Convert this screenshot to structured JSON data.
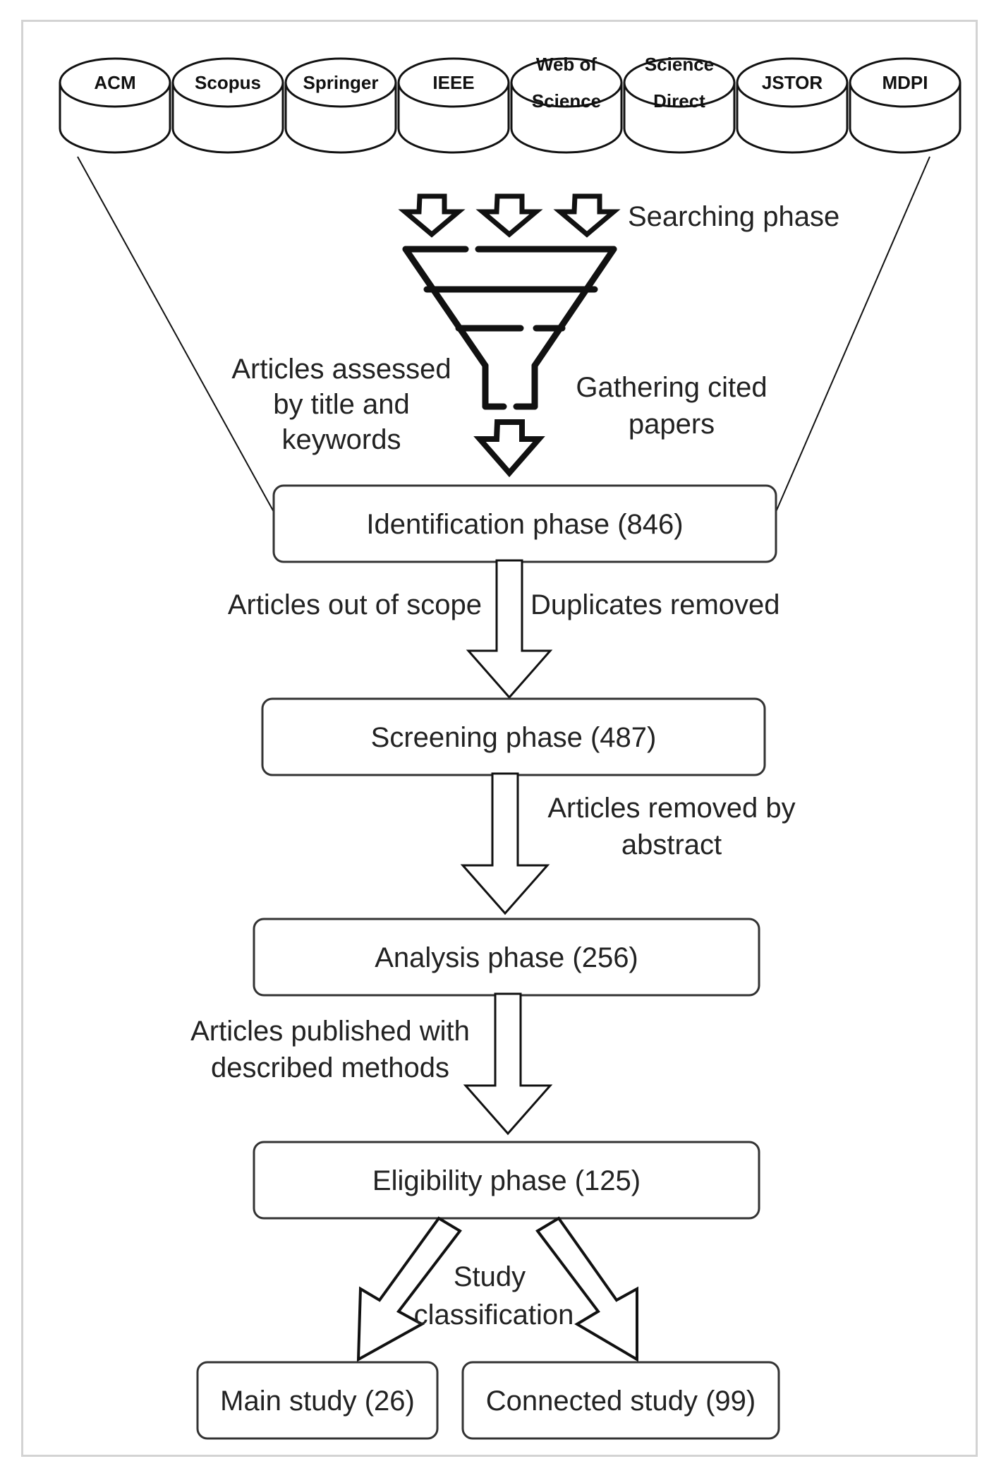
{
  "databases": [
    {
      "id": "acm",
      "lines": [
        "ACM"
      ]
    },
    {
      "id": "scopus",
      "lines": [
        "Scopus"
      ]
    },
    {
      "id": "springer",
      "lines": [
        "Springer"
      ]
    },
    {
      "id": "ieee",
      "lines": [
        "IEEE"
      ]
    },
    {
      "id": "web-of-science",
      "lines": [
        "Web of",
        "Science"
      ]
    },
    {
      "id": "science-direct",
      "lines": [
        "Science",
        "Direct"
      ]
    },
    {
      "id": "jstor",
      "lines": [
        "JSTOR"
      ]
    },
    {
      "id": "mdpi",
      "lines": [
        "MDPI"
      ]
    }
  ],
  "labels": {
    "searching_phase": "Searching phase",
    "assessed_by_title": [
      "Articles assessed",
      "by title and",
      "keywords"
    ],
    "gathering_cited": [
      "Gathering cited",
      "papers"
    ],
    "out_of_scope": "Articles out of scope",
    "duplicates_removed": "Duplicates removed",
    "removed_by_abstract": [
      "Articles removed by",
      "abstract"
    ],
    "published_with_methods": [
      "Articles published with",
      "described methods"
    ],
    "study_classification": [
      "Study",
      "classification"
    ]
  },
  "phases": {
    "identification": "Identification phase (846)",
    "screening": "Screening phase (487)",
    "analysis": "Analysis phase (256)",
    "eligibility": "Eligibility phase (125)",
    "main_study": "Main study (26)",
    "connected_study": "Connected study (99)"
  },
  "colors": {
    "stroke": "#111111",
    "box_border": "#333333",
    "frame": "#d3d3d3"
  }
}
